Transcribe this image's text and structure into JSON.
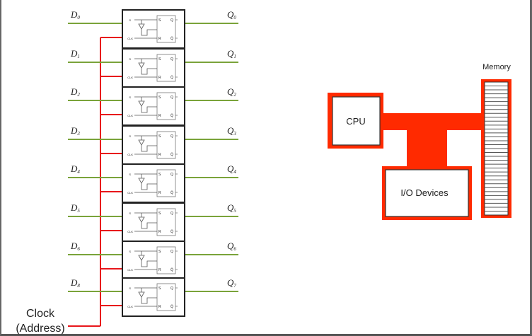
{
  "register": {
    "inputs": [
      {
        "name": "D",
        "sub": "0"
      },
      {
        "name": "D",
        "sub": "1"
      },
      {
        "name": "D",
        "sub": "2"
      },
      {
        "name": "D",
        "sub": "3"
      },
      {
        "name": "D",
        "sub": "4"
      },
      {
        "name": "D",
        "sub": "5"
      },
      {
        "name": "D",
        "sub": "6"
      },
      {
        "name": "D",
        "sub": "8"
      }
    ],
    "outputs": [
      {
        "name": "Q",
        "sub": "0"
      },
      {
        "name": "Q",
        "sub": "1"
      },
      {
        "name": "Q",
        "sub": "2"
      },
      {
        "name": "Q",
        "sub": "3"
      },
      {
        "name": "Q",
        "sub": "4"
      },
      {
        "name": "Q",
        "sub": "5"
      },
      {
        "name": "Q",
        "sub": "6"
      },
      {
        "name": "Q",
        "sub": "7"
      }
    ],
    "flipflop": {
      "in_label": "S",
      "clk_label": "CLK",
      "s_pin": "S",
      "r_pin": "R",
      "q_pin": "Q",
      "qbar_pin": "Q̄"
    },
    "clock_label_line1": "Clock",
    "clock_label_line2": "(Address)"
  },
  "architecture": {
    "cpu_label": "CPU",
    "io_label": "I/O Devices",
    "memory_label": "Memory",
    "memory_cells": 34
  },
  "colors": {
    "data_line": "#7aa33a",
    "clock_line": "#e8161b",
    "bus": "#ff2a00",
    "box_border": "#222222"
  }
}
